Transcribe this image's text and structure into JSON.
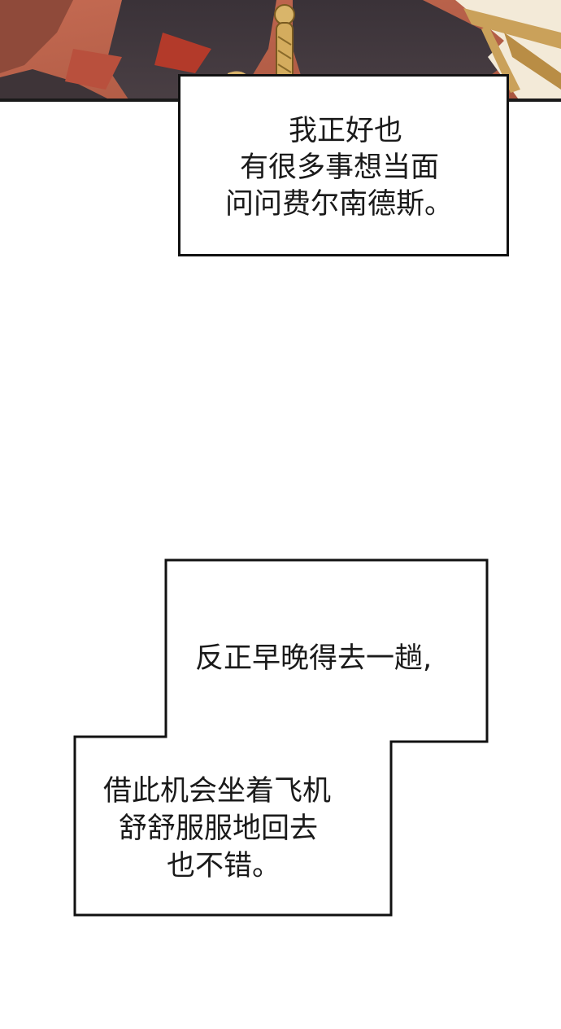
{
  "panel_art": {
    "description_icon": "comic-illustration"
  },
  "captions": {
    "box1": {
      "line1": "我正好也",
      "line2": "有很多事想当面",
      "line3": "问问费尔南德斯。"
    },
    "box2": {
      "line1": "反正早晚得去一趟,",
      "line2": "借此机会坐着飞机",
      "line3": "舒舒服服地回去",
      "line4": "也不错。"
    }
  },
  "colors": {
    "box_border": "#111111",
    "text": "#1a1a1a",
    "background": "#ffffff"
  }
}
